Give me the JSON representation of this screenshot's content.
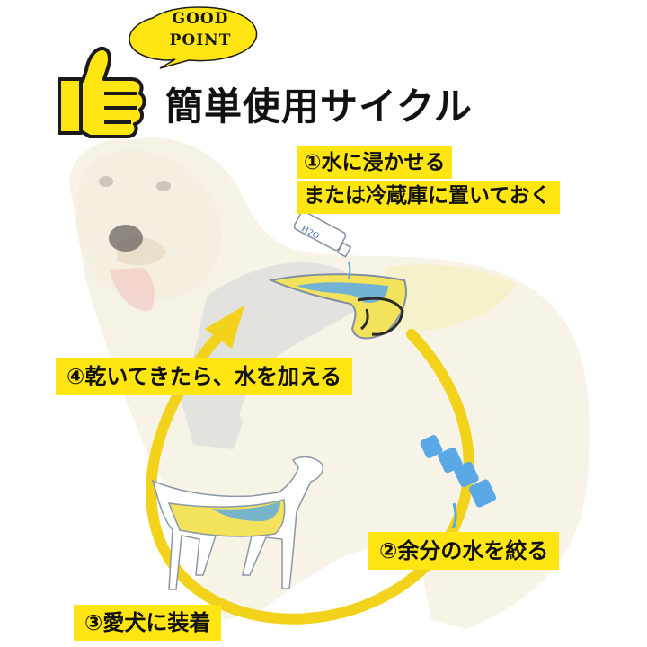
{
  "badge": {
    "line1": "GOOD",
    "line2": "POINT"
  },
  "title": "簡単使用サイクル",
  "steps": {
    "step1_line1": "①水に浸かせる",
    "step1_line2": "または冷蔵庫に置いておく",
    "step2": "②余分の水を絞る",
    "step3": "③愛犬に装着",
    "step4": "④乾いてきたら、水を加える"
  },
  "bottle_label": "H2O",
  "icons": [
    "thumbs-up-icon",
    "speech-bubble",
    "dog-photo",
    "cooling-vest",
    "water-bottle",
    "cycle-arrow",
    "wringing-cloth",
    "water-drop",
    "small-dog"
  ],
  "colors": {
    "accent": "#ffe512",
    "arrow": "#f2d21a",
    "water": "#5aa9e6",
    "text": "#111111"
  }
}
